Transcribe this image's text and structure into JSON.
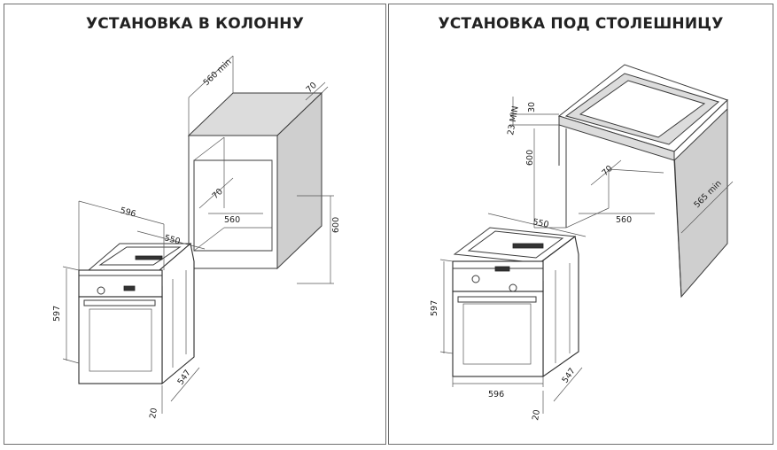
{
  "panels": {
    "left": {
      "title": "УСТАНОВКА В КОЛОННУ",
      "dims": {
        "niche_depth": "560 min",
        "gap_top": "70",
        "gap_inner": "70",
        "niche_width": "560",
        "niche_height": "600",
        "oven_width": "596",
        "oven_depth": "550",
        "oven_height": "597",
        "oven_body_depth": "547",
        "front_thickness": "20"
      }
    },
    "right": {
      "title": "УСТАНОВКА ПОД СТОЛЕШНИЦУ",
      "dims": {
        "top_gap": "30",
        "min_gap": "23 MIN",
        "niche_height": "600",
        "gap_inner": "70",
        "niche_width": "560",
        "niche_depth": "565 min",
        "oven_depth": "550",
        "oven_height": "597",
        "oven_width": "596",
        "oven_body_depth": "547",
        "front_thickness": "20"
      }
    }
  }
}
